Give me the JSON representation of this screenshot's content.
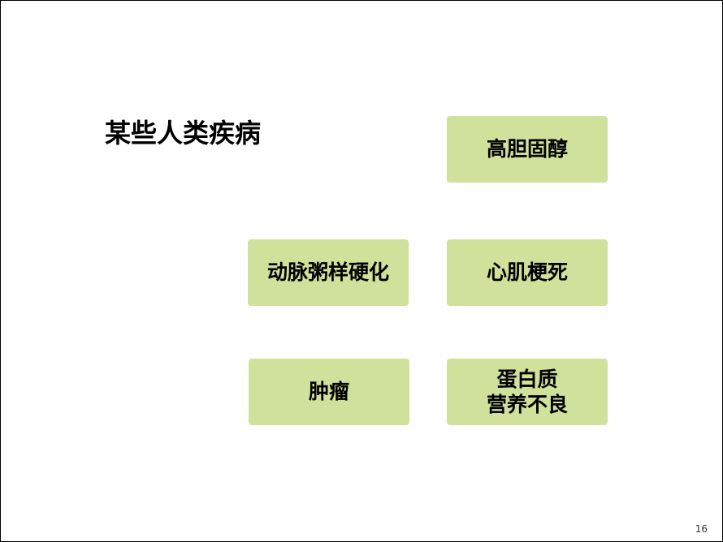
{
  "slide": {
    "title": "某些人类疾病",
    "page_number": "16",
    "box_color": "#cfe19b"
  },
  "boxes": {
    "cholesterol": "高胆固醇",
    "atherosclerosis": "动脉粥样硬化",
    "myocardial_infarction": "心肌梗死",
    "tumor": "肿瘤",
    "protein_malnutrition_line1": "蛋白质",
    "protein_malnutrition_line2": "营养不良"
  }
}
